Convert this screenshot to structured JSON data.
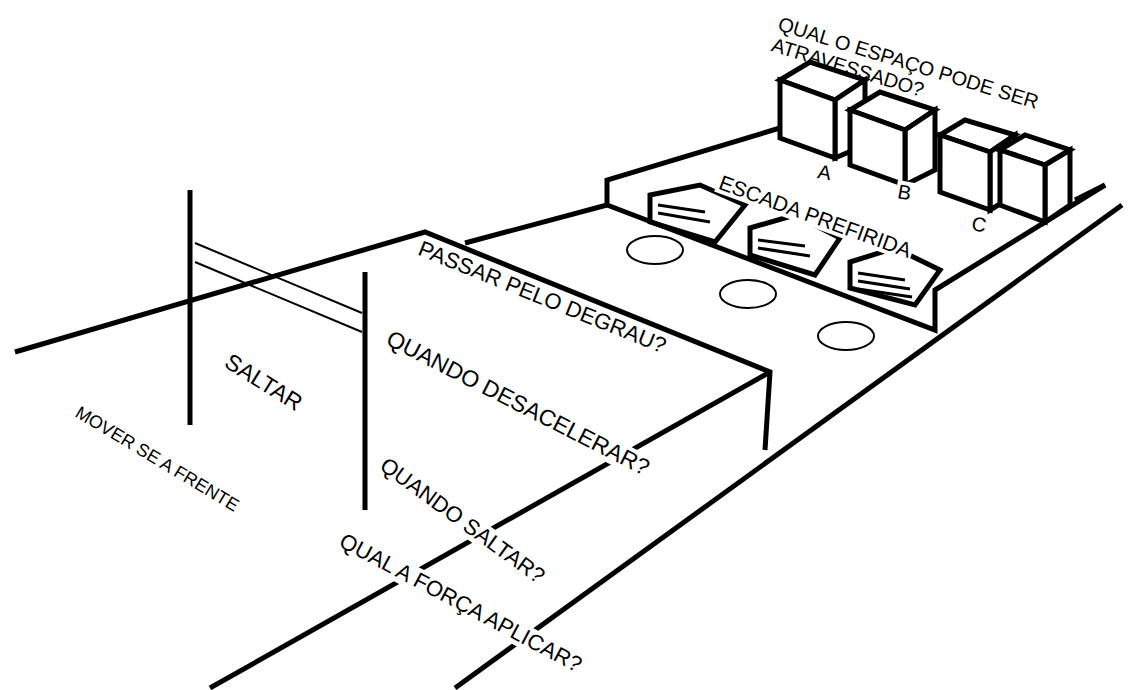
{
  "diagram": {
    "labels": [
      "QUAL O ESPAÇO PODE SER ATRAVESSADO?",
      "A",
      "B",
      "C",
      "ESCADA PREFIRIDA",
      "PASSAR PELO DEGRAU?",
      "QUANDO DESACELERAR?",
      "SALTAR",
      "QUANDO SALTAR?",
      "MOVER SE A FRENTE",
      "QUAL A FORÇA APLICAR?"
    ]
  }
}
